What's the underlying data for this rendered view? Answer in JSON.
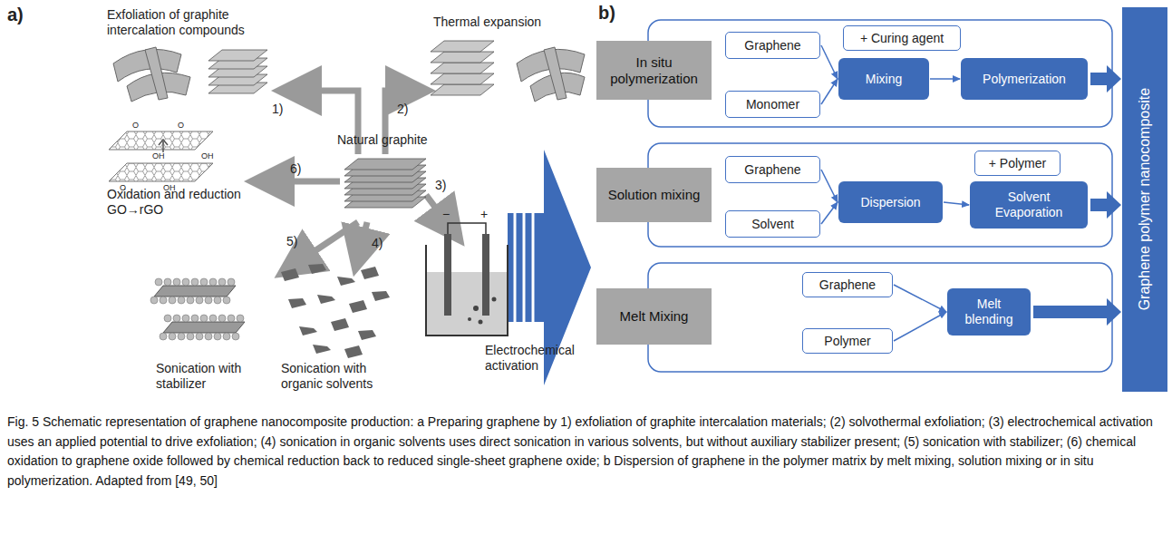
{
  "diagram": {
    "caption": "Fig. 5 Schematic representation of graphene nanocomposite production: a Preparing graphene by 1) exfoliation of graphite intercalation materials; (2) solvothermal exfoliation; (3) electrochemical activation uses an applied potential to drive exfoliation; (4) sonication in organic solvents uses direct sonication in various solvents, but without auxiliary stabilizer present; (5) sonication with stabilizer; (6) chemical oxidation to graphene oxide followed by chemical reduction back to reduced single-sheet graphene oxide; b Dispersion of graphene in the polymer matrix by melt mixing, solution mixing or in situ polymerization. Adapted from [49, 50]",
    "nodes": [
      {
        "text": [
          "In situ polymerization"
        ]
      },
      {
        "text": [
          "Graphene"
        ]
      },
      {
        "text": [
          "Monomer"
        ]
      },
      {
        "text": [
          "+ Curing agent"
        ]
      },
      {
        "text": [
          "Mixing"
        ]
      },
      {
        "text": [
          "Polymerization"
        ]
      },
      {
        "text": [
          "Solution mixing"
        ]
      },
      {
        "text": [
          "Graphene"
        ]
      },
      {
        "text": [
          "Solvent"
        ]
      },
      {
        "text": [
          "+ Polymer"
        ]
      },
      {
        "text": [
          "Dispersion"
        ]
      },
      {
        "text": [
          "Solvent Evaporation"
        ]
      },
      {
        "text": [
          "Melt Mixing"
        ]
      },
      {
        "text": [
          "Graphene"
        ]
      },
      {
        "text": [
          "Polymer"
        ]
      },
      {
        "text": [
          "Melt blending"
        ]
      },
      {
        "text": [
          "Graphene polymer nanocomposite"
        ]
      }
    ],
    "edges": [
      {
        "from": 1,
        "to": 4,
        "arrow": "to"
      },
      {
        "from": 2,
        "to": 4,
        "arrow": "to"
      },
      {
        "from": 4,
        "to": 5,
        "arrow": "to"
      },
      {
        "from": 7,
        "to": 10,
        "arrow": "to"
      },
      {
        "from": 8,
        "to": 10,
        "arrow": "to"
      },
      {
        "from": 10,
        "to": 11,
        "arrow": "to"
      },
      {
        "from": 13,
        "to": 15,
        "arrow": "to"
      },
      {
        "from": 14,
        "to": 15,
        "arrow": "to"
      },
      {
        "from": 5,
        "to": 16,
        "arrow": "to"
      },
      {
        "from": 11,
        "to": 16,
        "arrow": "to"
      },
      {
        "from": 15,
        "to": 16,
        "arrow": "to"
      }
    ],
    "labels": [
      "a)",
      "Exfoliation of graphite intercalation compounds",
      "Thermal expansion",
      "1)",
      "2)",
      "Natural graphite",
      "6)",
      "3)",
      "Oxidation and reduction GO→rGO",
      "O",
      "O",
      "OH",
      "OH",
      "O",
      "OH",
      "5)",
      "4)",
      "−",
      "+",
      "Electrochemical activation",
      "Sonication with stabilizer",
      "Sonication with organic solvents",
      "b)"
    ]
  }
}
